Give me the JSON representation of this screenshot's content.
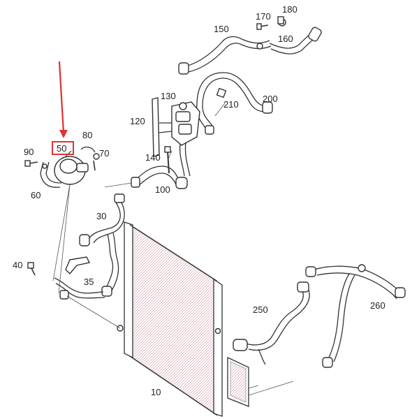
{
  "diagram": {
    "callouts": {
      "p10": "10",
      "p30": "30",
      "p35": "35",
      "p40": "40",
      "p50": "50",
      "p60": "60",
      "p70": "70",
      "p80": "80",
      "p90": "90",
      "p100": "100",
      "p120": "120",
      "p130": "130",
      "p140": "140",
      "p150": "150",
      "p160": "160",
      "p170": "170",
      "p180": "180",
      "p200": "200",
      "p210": "210",
      "p250": "250",
      "p260": "260"
    },
    "highlight": {
      "part": "50",
      "color": "#e03131"
    },
    "colors": {
      "line": "#333333",
      "radiator_tint": "#c98a93"
    }
  }
}
